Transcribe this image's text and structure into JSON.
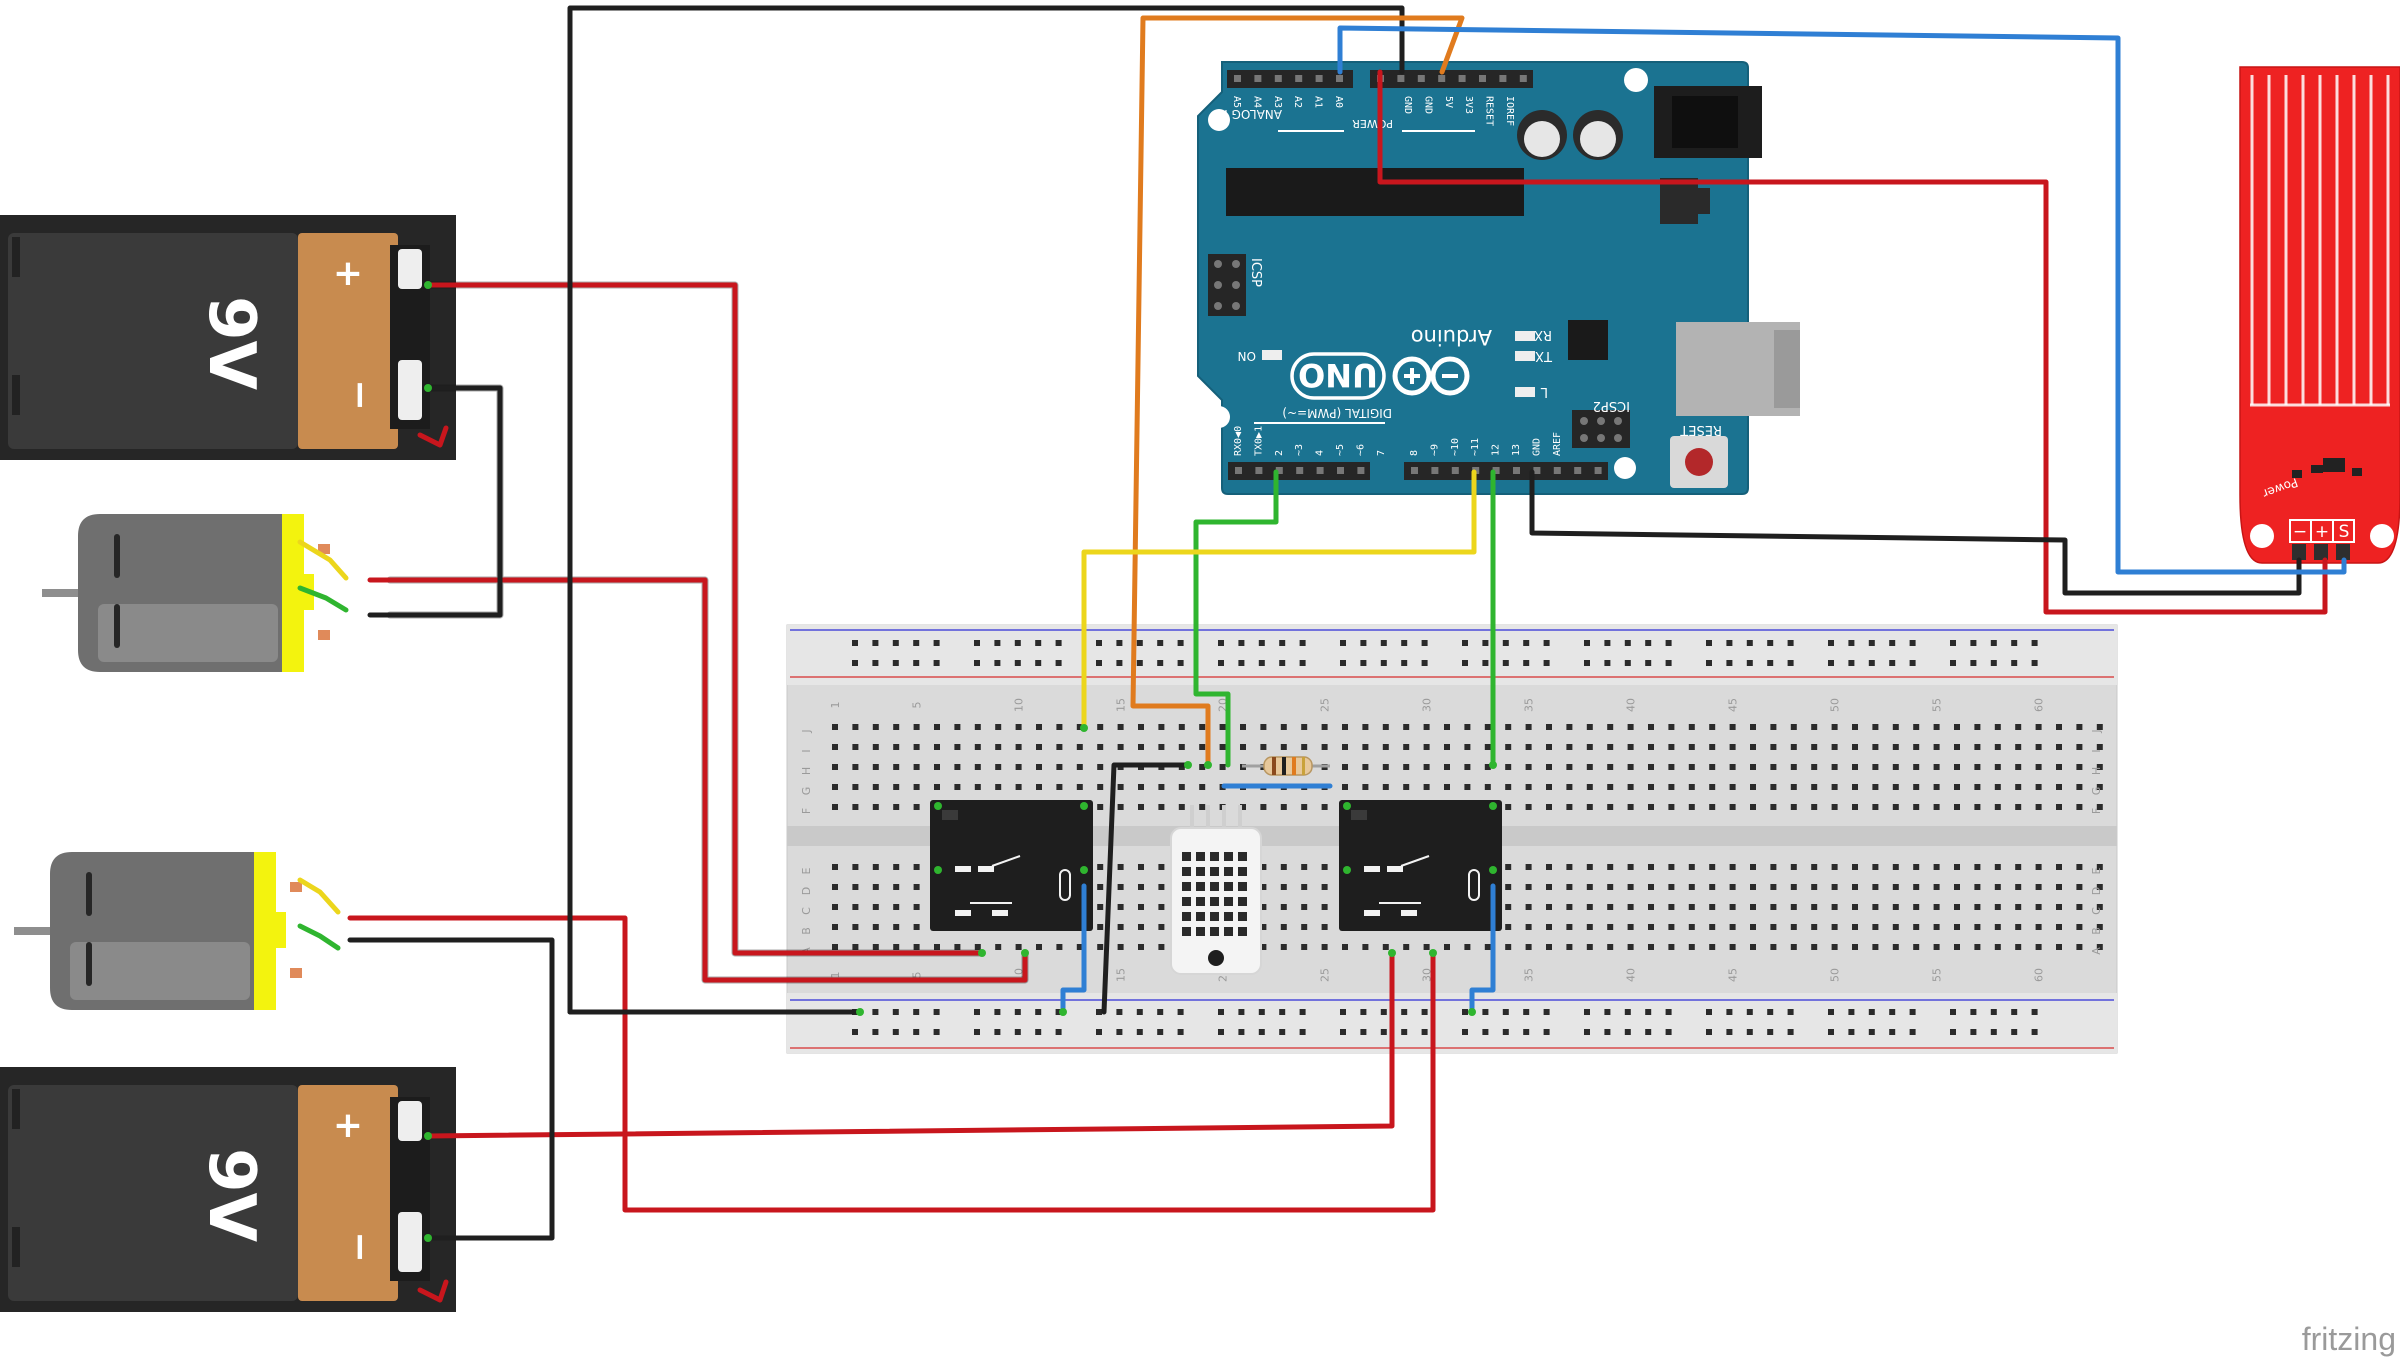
{
  "watermark": "fritzing",
  "batteries": [
    {
      "id": "battery-top",
      "label": "9V",
      "plus": "+",
      "minus": "−"
    },
    {
      "id": "battery-bottom",
      "label": "9V",
      "plus": "+",
      "minus": "−"
    }
  ],
  "arduino": {
    "brand": "Arduino",
    "model": "UNO",
    "header_top_labels": [
      "A5",
      "A4",
      "A3",
      "A2",
      "A1",
      "A0"
    ],
    "power_labels": [
      "GND",
      "GND",
      "5V",
      "3V3",
      "RESET",
      "IOREF"
    ],
    "power_header": "POWER",
    "analog_header": "ANALOG IN",
    "digital_header": "DIGITAL (PWM=~)",
    "digital_labels": [
      "RX0◀0",
      "TX0▶1",
      "2",
      "~3",
      "4",
      "~5",
      "~6",
      "7",
      "8",
      "~9",
      "~10",
      "~11",
      "12",
      "13",
      "GND",
      "AREF"
    ],
    "icsp": "ICSP",
    "icsp2": "ICSP2",
    "on_label": "ON",
    "tx_label": "TX",
    "rx_label": "RX",
    "l_label": "L",
    "reset_label": "RESET"
  },
  "sensor": {
    "power_label": "Power",
    "pins": [
      "−",
      "+",
      "S"
    ]
  },
  "breadboard": {
    "column_numbers": [
      "1",
      "5",
      "10",
      "15",
      "20",
      "25",
      "30",
      "35",
      "40",
      "45",
      "50",
      "55",
      "60"
    ],
    "row_letters_top": [
      "J",
      "I",
      "H",
      "G",
      "F"
    ],
    "row_letters_bottom": [
      "E",
      "D",
      "C",
      "B",
      "A"
    ]
  },
  "colors": {
    "wire_red": "#c8161d",
    "wire_black": "#1f1f1f",
    "wire_blue": "#2f7fd4",
    "wire_green": "#2fb52f",
    "wire_yellow": "#ecd61c",
    "wire_orange": "#e07b1e",
    "arduino_board": "#1b7391",
    "sensor_board": "#ee2222",
    "battery_copper": "#c88b4f"
  }
}
